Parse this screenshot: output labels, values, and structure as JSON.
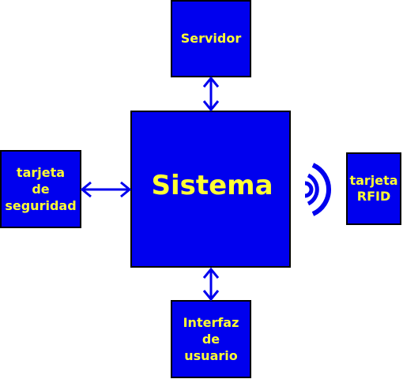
{
  "colors": {
    "box_fill": "#0000ee",
    "box_border": "#000000",
    "text": "#ffff33",
    "arrow": "#0000ee"
  },
  "nodes": {
    "servidor": {
      "label": "Servidor"
    },
    "sistema": {
      "label": "Sistema"
    },
    "tarjeta_seguridad": {
      "label": "tarjeta\nde\nseguridad"
    },
    "tarjeta_rfid": {
      "label": "tarjeta\nRFID"
    },
    "interfaz_usuario": {
      "label": "Interfaz\nde\nusuario"
    }
  },
  "icons": {
    "rfid_signal": "wireless-signal-icon"
  },
  "edges": [
    {
      "from": "sistema",
      "to": "servidor",
      "type": "bidirectional"
    },
    {
      "from": "sistema",
      "to": "tarjeta_seguridad",
      "type": "bidirectional"
    },
    {
      "from": "sistema",
      "to": "interfaz_usuario",
      "type": "bidirectional"
    }
  ]
}
